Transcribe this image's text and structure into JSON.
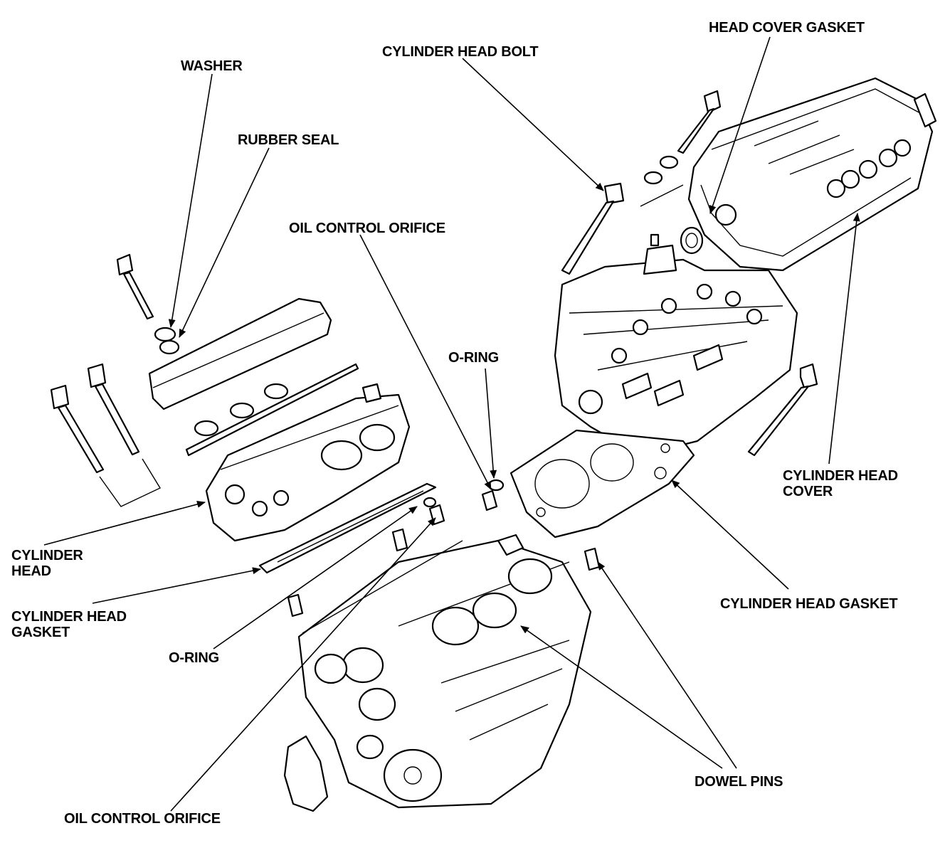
{
  "labels": {
    "washer": "WASHER",
    "rubber_seal": "RUBBER SEAL",
    "cylinder_head_bolt": "CYLINDER HEAD BOLT",
    "head_cover_gasket": "HEAD COVER GASKET",
    "oil_control_orifice_top": "OIL CONTROL ORIFICE",
    "o_ring_mid": "O-RING",
    "cylinder_head_cover_line1": "CYLINDER HEAD",
    "cylinder_head_cover_line2": "COVER",
    "cylinder_head_line1": "CYLINDER",
    "cylinder_head_line2": "HEAD",
    "cylinder_head_gasket_left_line1": "CYLINDER HEAD",
    "cylinder_head_gasket_left_line2": "GASKET",
    "cylinder_head_gasket_right": "CYLINDER HEAD GASKET",
    "o_ring_left": "O-RING",
    "dowel_pins": "DOWEL PINS",
    "oil_control_orifice_bottom": "OIL CONTROL ORIFICE"
  }
}
